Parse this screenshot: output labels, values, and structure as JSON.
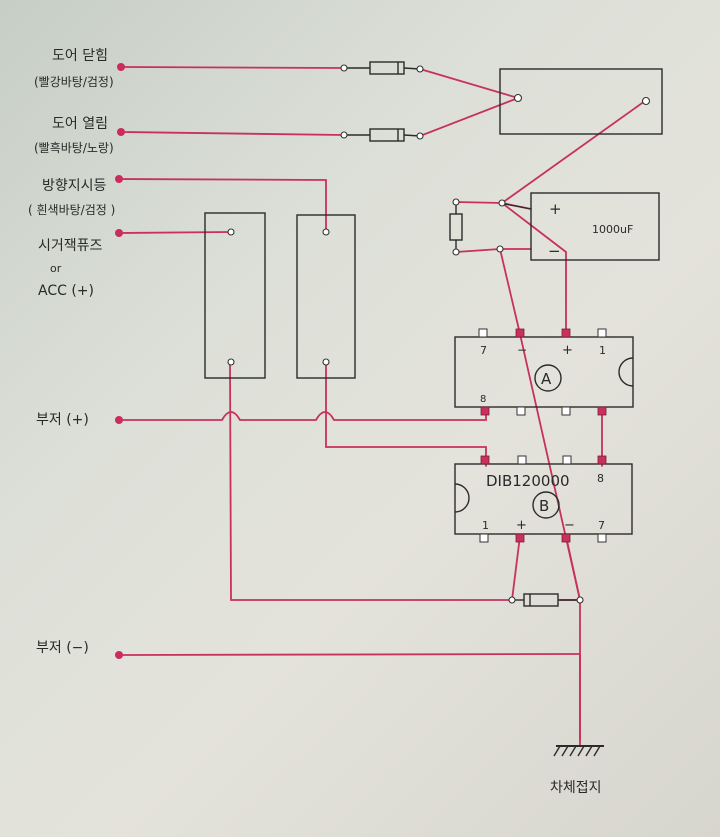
{
  "labels": {
    "door_close": "도어 닫힘",
    "door_close_sub": "(빨강바탕/검정)",
    "door_open": "도어 열림",
    "door_open_sub": "(빨흑바탕/노랑)",
    "turn_signal": "방향지시등",
    "turn_signal_sub": "( 흰색바탕/검정 )",
    "cigar_fuse": "시거잭퓨즈",
    "cigar_or": "or",
    "acc": "ACC (+)",
    "buzzer_plus": "부저 (+)",
    "buzzer_minus": "부저 (−)",
    "ground": "차체접지"
  },
  "capacitor": {
    "value": "1000uF",
    "plus": "+",
    "minus": "−"
  },
  "ic_a": {
    "name": "A",
    "pin_top": [
      "7",
      "−",
      "+",
      "1"
    ],
    "pin_bottom_left": "8"
  },
  "ic_b": {
    "part": "DIB120000",
    "name": "B",
    "pin_top_right": "8",
    "pin_bottom": [
      "1",
      "+",
      "−",
      "7"
    ]
  },
  "colors": {
    "wire": "#c8315a",
    "ink": "#2b2b2b"
  }
}
